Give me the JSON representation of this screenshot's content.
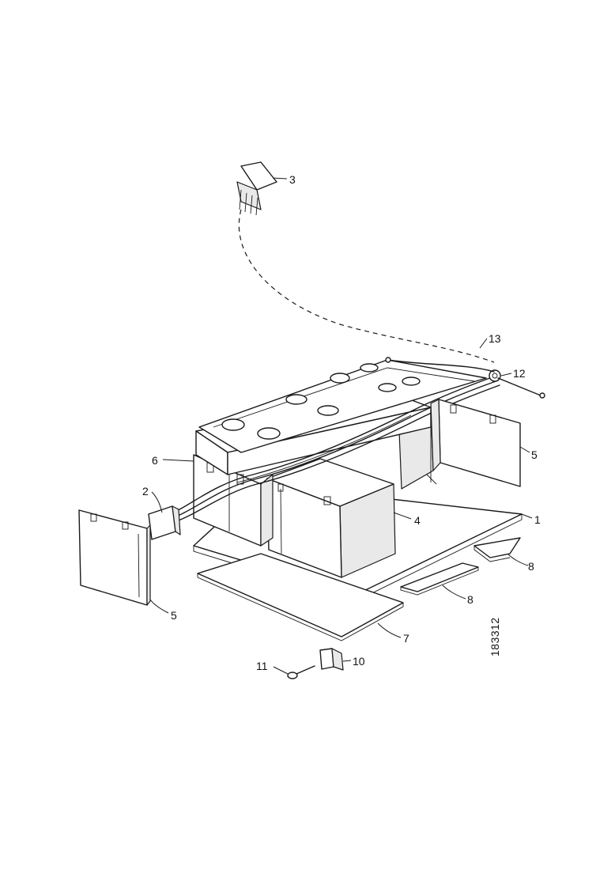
{
  "figure_number": "183312",
  "callouts": {
    "c1": "1",
    "c2": "2",
    "c3": "3",
    "c4": "4",
    "c5a": "5",
    "c5b": "5",
    "c6": "6",
    "c7": "7",
    "c8a": "8",
    "c8b": "8",
    "c10": "10",
    "c11": "11",
    "c12": "12",
    "c13": "13"
  }
}
